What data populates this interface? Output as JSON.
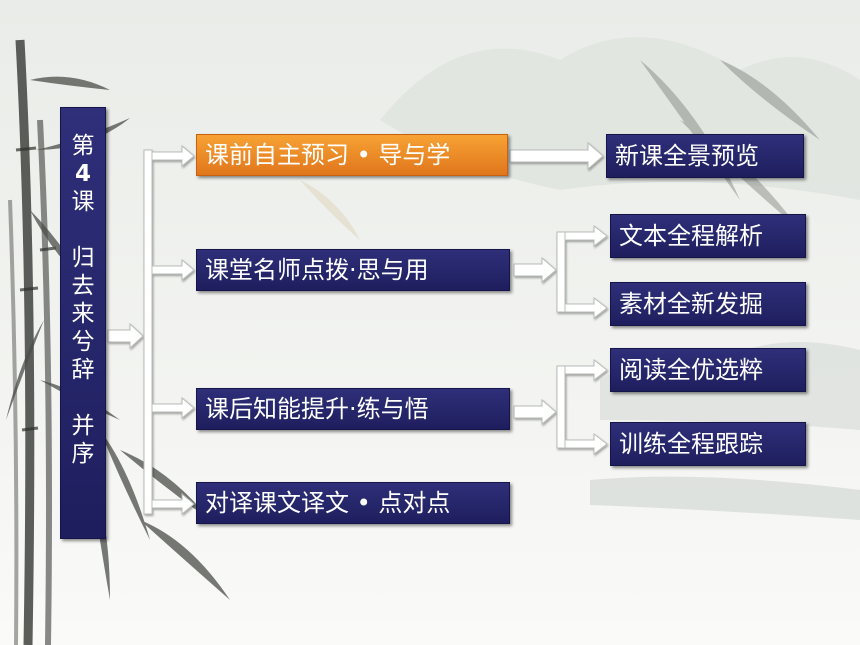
{
  "lesson": {
    "chars": [
      "第",
      "4",
      "课",
      "",
      "归",
      "去",
      "来",
      "兮",
      "辞",
      "",
      "并",
      "序"
    ]
  },
  "sections": [
    {
      "label": "课前自主预习 • 导与学",
      "highlighted": true
    },
    {
      "label": "课堂名师点拨·思与用"
    },
    {
      "label": "课后知能提升·练与悟"
    },
    {
      "label": "对译课文译文 • 点对点"
    }
  ],
  "subsections": [
    {
      "label": "新课全景预览"
    },
    {
      "label": "文本全程解析"
    },
    {
      "label": "素材全新发掘"
    },
    {
      "label": "阅读全优选粹"
    },
    {
      "label": "训练全程跟踪"
    }
  ],
  "colors": {
    "box": "#24246a",
    "highlight": "#f08c28",
    "arrow": "#ffffff"
  }
}
